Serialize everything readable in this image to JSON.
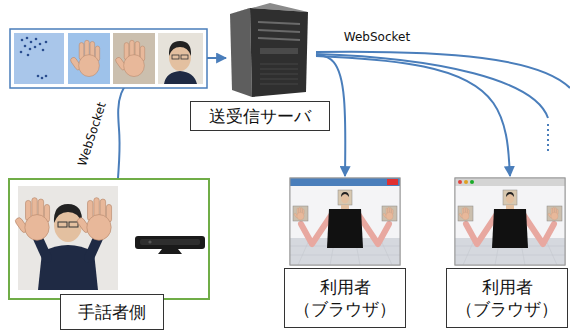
{
  "diagram": {
    "nodes": [
      {
        "text": [
          "送受信サーバ"
        ]
      },
      {
        "text": [
          "手話者側"
        ]
      },
      {
        "text": [
          "利用者 （ブラウザ）"
        ]
      },
      {
        "text": [
          "利用者 （ブラウザ）"
        ]
      }
    ],
    "edges": [
      {
        "from": 1,
        "to": 0,
        "arrow": "to",
        "label": "WebSocket"
      },
      {
        "from": 0,
        "to": 2,
        "arrow": "to",
        "label": "WebSocket"
      },
      {
        "from": 0,
        "to": 3,
        "arrow": "to"
      }
    ]
  }
}
